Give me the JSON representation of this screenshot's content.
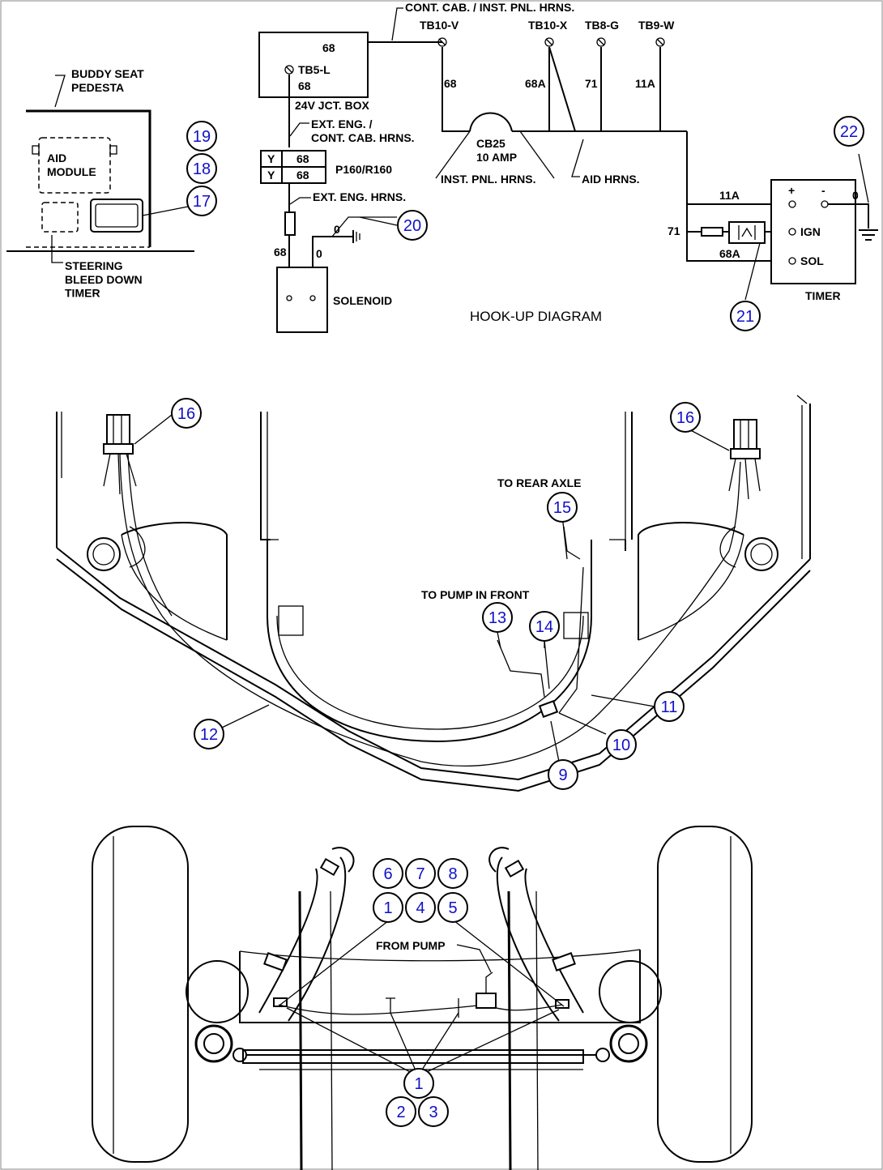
{
  "hookup": {
    "title": "HOOK-UP DIAGRAM",
    "buddy_seat": "BUDDY SEAT\nPEDESTA",
    "aid_module": "AID\nMODULE",
    "steering_timer": "STEERING\nBLEED DOWN\nTIMER",
    "harness_top": "CONT. CAB. / INST. PNL. HRNS.",
    "jct_box": "24V JCT. BOX",
    "jct_box_terminal": "TB5-L",
    "jct_box_wire_top": "68",
    "jct_box_wire_bottom": "68",
    "ext_eng_cont": "EXT. ENG. /\nCONT. CAB. HRNS.",
    "connector_name": "P160/R160",
    "connector_rows": [
      {
        "pin": "Y",
        "wire": "68"
      },
      {
        "pin": "Y",
        "wire": "68"
      }
    ],
    "ext_eng_hrns": "EXT. ENG. HRNS.",
    "solenoid": "SOLENOID",
    "solenoid_wire_left": "68",
    "solenoid_wire_right": "0",
    "ground_wire": "0",
    "terminals": [
      {
        "id": "TB10-V",
        "wire": "68"
      },
      {
        "id": "TB10-X",
        "wire": "68A"
      },
      {
        "id": "TB8-G",
        "wire": "71"
      },
      {
        "id": "TB9-W",
        "wire": "11A"
      }
    ],
    "breaker": "CB25\n10 AMP",
    "inst_pnl_hrns": "INST. PNL. HRNS.",
    "aid_hrns": "AID HRNS.",
    "timer": {
      "label": "TIMER",
      "plus": "+",
      "minus": "-",
      "ign": "IGN",
      "sol": "SOL",
      "wire_11a": "11A",
      "wire_71": "71",
      "wire_68a": "68A",
      "wire_0": "0"
    }
  },
  "frame": {
    "to_rear_axle": "TO REAR AXLE",
    "to_pump_in_front": "TO PUMP IN FRONT"
  },
  "axle": {
    "from_pump": "FROM PUMP"
  },
  "callouts": [
    {
      "id": "c22",
      "num": "22"
    },
    {
      "id": "c19",
      "num": "19"
    },
    {
      "id": "c18",
      "num": "18"
    },
    {
      "id": "c17",
      "num": "17"
    },
    {
      "id": "c20",
      "num": "20"
    },
    {
      "id": "c21",
      "num": "21"
    },
    {
      "id": "c16a",
      "num": "16"
    },
    {
      "id": "c16b",
      "num": "16"
    },
    {
      "id": "c15",
      "num": "15"
    },
    {
      "id": "c13",
      "num": "13"
    },
    {
      "id": "c14",
      "num": "14"
    },
    {
      "id": "c11",
      "num": "11"
    },
    {
      "id": "c12",
      "num": "12"
    },
    {
      "id": "c10",
      "num": "10"
    },
    {
      "id": "c9",
      "num": "9"
    },
    {
      "id": "c6",
      "num": "6"
    },
    {
      "id": "c7",
      "num": "7"
    },
    {
      "id": "c8",
      "num": "8"
    },
    {
      "id": "c1a",
      "num": "1"
    },
    {
      "id": "c4",
      "num": "4"
    },
    {
      "id": "c5",
      "num": "5"
    },
    {
      "id": "c1b",
      "num": "1"
    },
    {
      "id": "c2",
      "num": "2"
    },
    {
      "id": "c3",
      "num": "3"
    }
  ]
}
